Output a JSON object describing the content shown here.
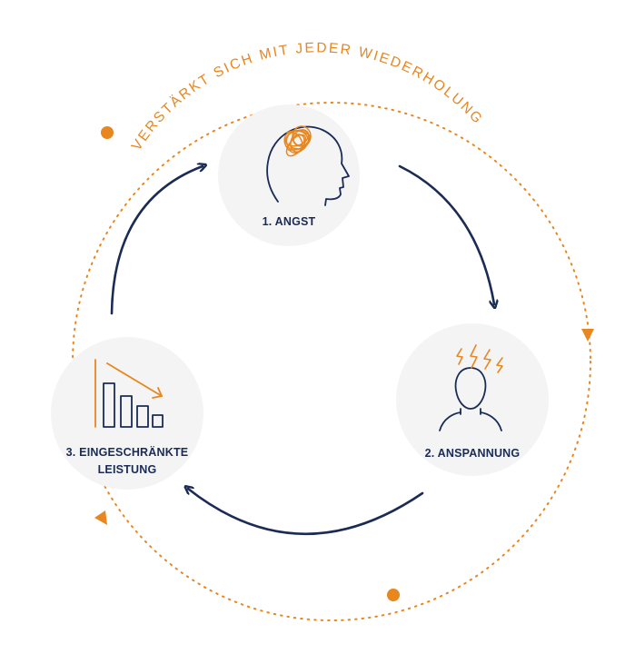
{
  "colors": {
    "navy": "#1a2b55",
    "orange": "#e8861f",
    "node_fill": "#f4f4f4"
  },
  "outer_ring_label": "VERSTÄRKT SICH MIT JEDER WIEDERHOLUNG",
  "nodes": [
    {
      "id": "angst",
      "icon": "head-tangle-icon",
      "label": "1. ANGST"
    },
    {
      "id": "anspannung",
      "icon": "tense-person-icon",
      "label": "2. ANSPANNUNG"
    },
    {
      "id": "leistung",
      "icon": "declining-bars-icon",
      "label_line1": "3. EINGESCHRÄNKTE",
      "label_line2": "LEISTUNG"
    }
  ]
}
